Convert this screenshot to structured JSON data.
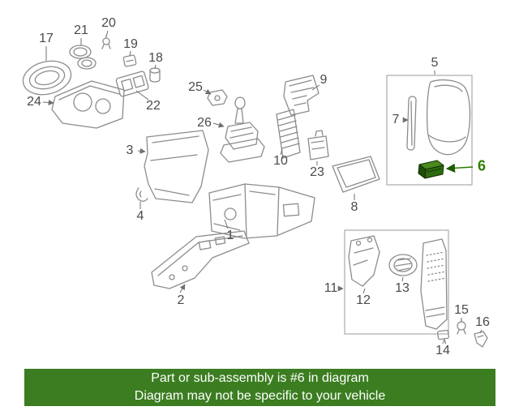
{
  "diagram": {
    "labels": {
      "p1": "1",
      "p2": "2",
      "p3": "3",
      "p4": "4",
      "p5": "5",
      "p6": "6",
      "p7": "7",
      "p8": "8",
      "p9": "9",
      "p10": "10",
      "p11": "11",
      "p12": "12",
      "p13": "13",
      "p14": "14",
      "p15": "15",
      "p16": "16",
      "p17": "17",
      "p18": "18",
      "p19": "19",
      "p20": "20",
      "p21": "21",
      "p22": "22",
      "p23": "23",
      "p24": "24",
      "p25": "25",
      "p26": "26"
    },
    "highlighted_part": "6",
    "colors": {
      "line_art": "#8c8c8c",
      "leader": "#6f6f6f",
      "label_text": "#4a4a4a",
      "highlight_green": "#2e7d00",
      "highlight_fill_top": "#4a8a1f",
      "highlight_fill_front": "#2e6b10",
      "highlight_fill_side": "#1e4d08"
    }
  },
  "banner": {
    "line1": "Part or sub-assembly is #6 in diagram",
    "line2": "Diagram may not be specific to your vehicle",
    "background": "#3b7d20",
    "text_color": "#ffffff"
  }
}
